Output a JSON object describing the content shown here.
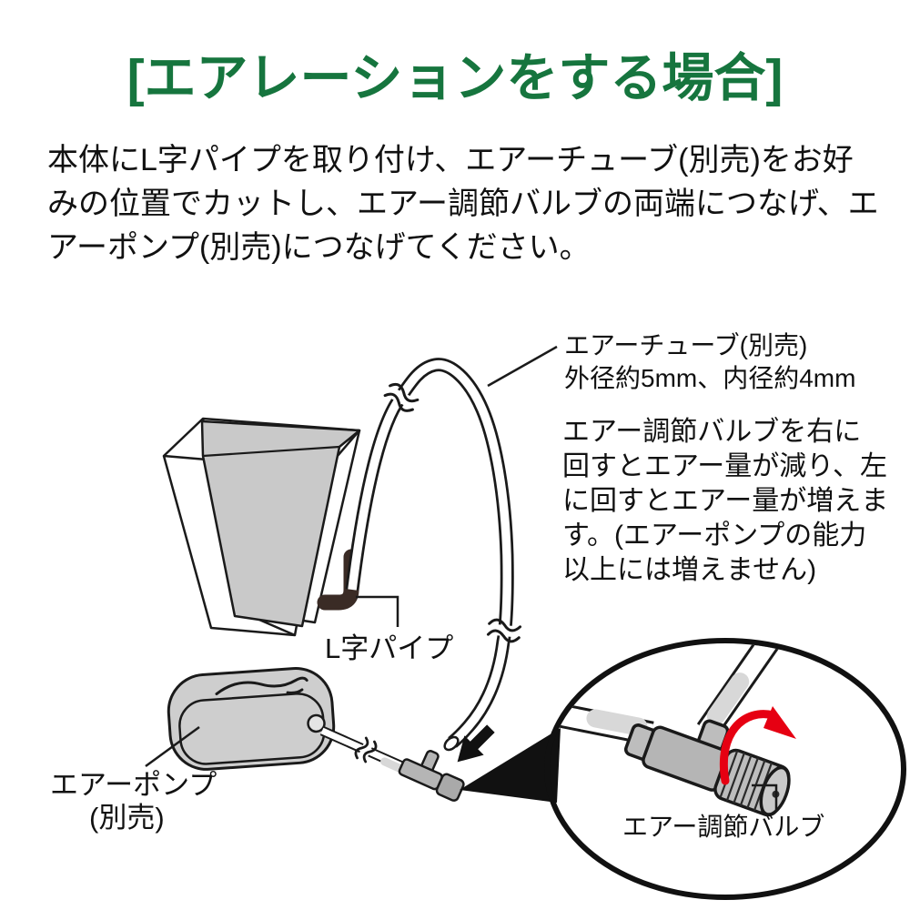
{
  "title": "[エアレーションをする場合]",
  "intro": {
    "lines": [
      "本体にL字パイプを取り付け、エアーチューブ(別売)をお好",
      "みの位置でカットし、エアー調節バルブの両端につなげ、エ",
      "アーポンプ(別売)につなげてください。"
    ]
  },
  "diagram": {
    "tube_label": {
      "line1": "エアーチューブ(別売)",
      "line2": "外径約5mm、内径約4mm"
    },
    "valve_note": {
      "lines": [
        "エアー調節バルブを右に",
        "回すとエアー量が減り、左",
        "に回すとエアー量が増えま",
        "す。(エアーポンプの能力",
        "以上には増えません)"
      ]
    },
    "l_pipe_label": "L字パイプ",
    "pump_label": {
      "line1": "エアーポンプ",
      "line2": "(別売)"
    },
    "valve_label": "エアー調節バルブ"
  },
  "colors": {
    "title_green": "#16753e",
    "arrow_red": "#e60012",
    "pipe_dark_brown": "#3a2b25",
    "line_black": "#1a1a1a",
    "container_gray": "#c9c9c9",
    "pump_gray": "#cecece",
    "valve_gray": "#b5b5b5"
  }
}
